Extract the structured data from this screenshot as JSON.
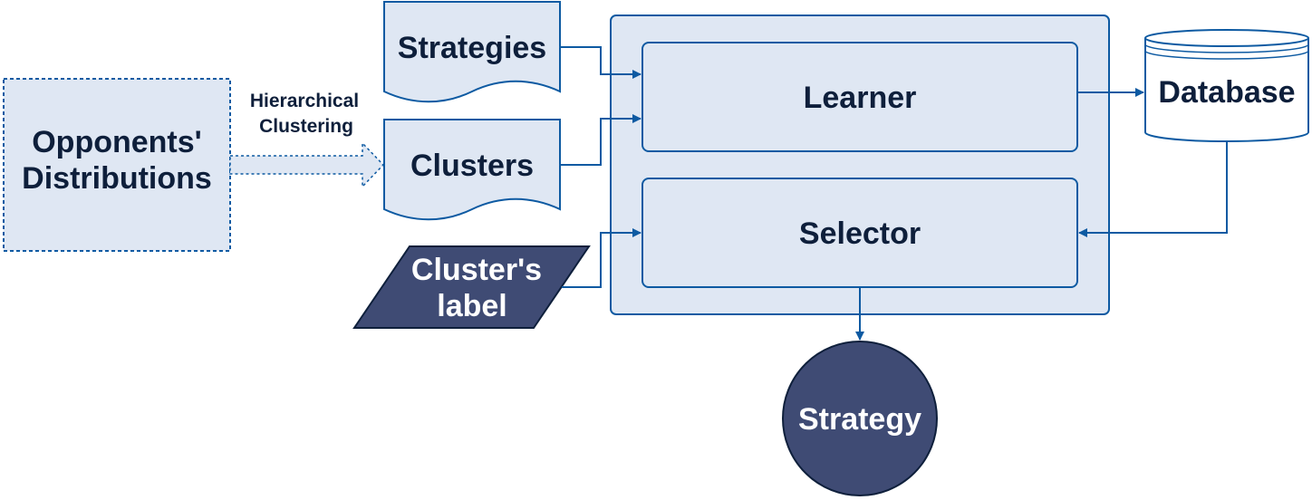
{
  "nodes": {
    "opponents_distributions": {
      "line1": "Opponents'",
      "line2": "Distributions"
    },
    "strategies": {
      "label": "Strategies"
    },
    "clusters": {
      "label": "Clusters"
    },
    "cluster_label": {
      "line1": "Cluster's",
      "line2": "label"
    },
    "learner": {
      "label": "Learner"
    },
    "selector": {
      "label": "Selector"
    },
    "database": {
      "label": "Database"
    },
    "strategy": {
      "label": "Strategy"
    }
  },
  "edges": {
    "hierarchical_clustering": {
      "line1": "Hierarchical",
      "line2": "Clustering"
    }
  },
  "colors": {
    "box_fill": "#dfe7f3",
    "stroke": "#0d5aa2",
    "dark_fill": "#3f4b74",
    "dark_text": "#0e1f3b",
    "light_text": "#ffffff"
  }
}
